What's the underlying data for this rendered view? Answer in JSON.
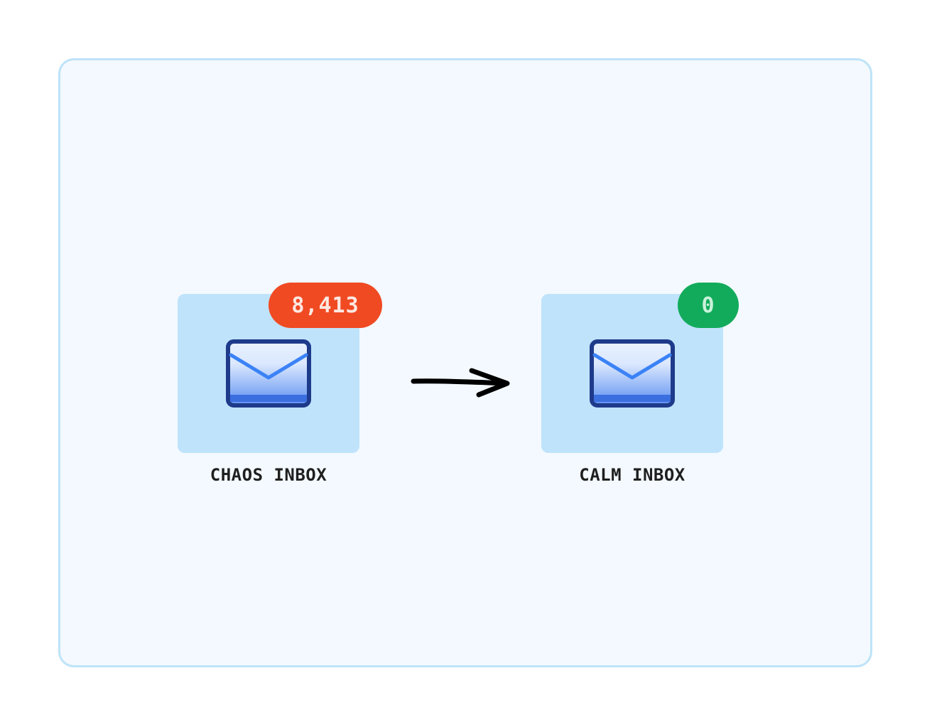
{
  "inboxes": {
    "chaos": {
      "label": "CHAOS INBOX",
      "count": "8,413",
      "badge_color": "#f04a23"
    },
    "calm": {
      "label": "CALM INBOX",
      "count": "0",
      "badge_color": "#12ab5b"
    }
  },
  "icons": {
    "inbox": "mail-envelope-icon",
    "transition": "arrow-right-icon"
  },
  "colors": {
    "frame_border": "#bee3f8",
    "frame_background": "#f3f9fe",
    "tile_background": "#bfe3fb",
    "envelope_outline": "#1e3a8a",
    "envelope_fill": "#3b82f6"
  }
}
